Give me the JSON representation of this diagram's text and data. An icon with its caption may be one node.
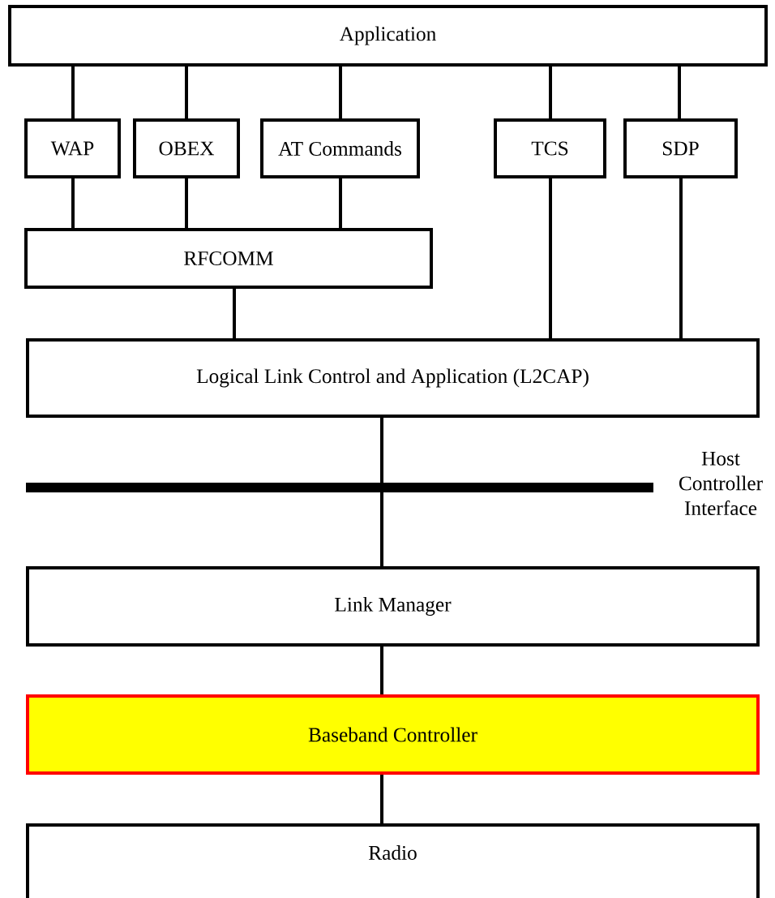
{
  "diagram": {
    "nodes": [
      {
        "text": [
          "Application"
        ]
      },
      {
        "text": [
          "WAP"
        ]
      },
      {
        "text": [
          "OBEX"
        ]
      },
      {
        "text": [
          "AT Commands"
        ]
      },
      {
        "text": [
          "TCS"
        ]
      },
      {
        "text": [
          "SDP"
        ]
      },
      {
        "text": [
          "RFCOMM"
        ]
      },
      {
        "text": [
          "Logical Link Control and Application (L2CAP)"
        ]
      },
      {
        "text": [
          "Link Manager"
        ]
      },
      {
        "text": [
          "Baseband Controller"
        ]
      },
      {
        "text": [
          "Radio"
        ]
      }
    ],
    "edges": [
      {
        "from": 0,
        "to": 1,
        "arrow": "none"
      },
      {
        "from": 0,
        "to": 2,
        "arrow": "none"
      },
      {
        "from": 0,
        "to": 3,
        "arrow": "none"
      },
      {
        "from": 0,
        "to": 4,
        "arrow": "none"
      },
      {
        "from": 0,
        "to": 5,
        "arrow": "none"
      },
      {
        "from": 1,
        "to": 6,
        "arrow": "none"
      },
      {
        "from": 2,
        "to": 6,
        "arrow": "none"
      },
      {
        "from": 3,
        "to": 6,
        "arrow": "none"
      },
      {
        "from": 6,
        "to": 7,
        "arrow": "none"
      },
      {
        "from": 4,
        "to": 7,
        "arrow": "none"
      },
      {
        "from": 5,
        "to": 7,
        "arrow": "none"
      },
      {
        "from": 7,
        "to": 8,
        "arrow": "none"
      },
      {
        "from": 8,
        "to": 9,
        "arrow": "none"
      },
      {
        "from": 9,
        "to": 10,
        "arrow": "none"
      }
    ],
    "labels": [
      "Host Controller Interface"
    ]
  }
}
